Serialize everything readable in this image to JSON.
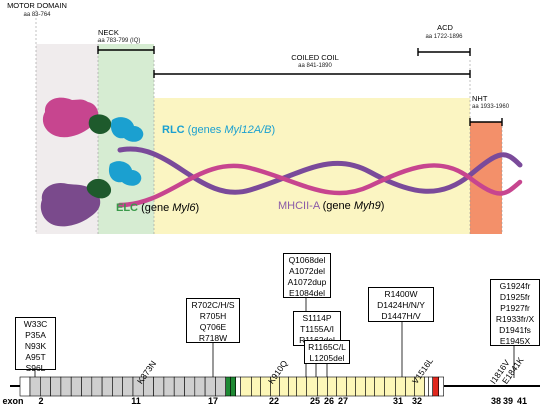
{
  "regions": {
    "motor": {
      "name": "MOTOR DOMAIN",
      "range": "aa 83-764",
      "color": "#f0eced"
    },
    "neck": {
      "name": "NECK",
      "range": "aa 783-799 (IQ)",
      "color": "#cfe8cc"
    },
    "coiled": {
      "name": "COILED COIL",
      "range": "aa 841-1890",
      "color": "#fbf5c2"
    },
    "acd": {
      "name": "ACD",
      "range": "aa 1722-1896"
    },
    "nht": {
      "name": "NHT",
      "range": "aa 1933-1960",
      "color": "#f3906a"
    }
  },
  "labels": {
    "rlc_main": "RLC",
    "rlc_genes": "(genes ",
    "rlc_gene_name": "Myl12A/B",
    "rlc_close": ")",
    "elc_main": "ELC",
    "elc_genes": "(gene ",
    "elc_gene_name": "Myl6",
    "elc_close": ")",
    "mhc_main": "MHCII-A",
    "mhc_genes": "(gene ",
    "mhc_gene_name": "Myh9",
    "mhc_close": ")"
  },
  "colors": {
    "rlc": "#1ba0d0",
    "elc": "#3a9a4a",
    "mhc": "#8a5aa8",
    "head_pink": "#c7458f",
    "head_purple": "#7a4a8c"
  },
  "exon_label": "exon",
  "exon_numbers": [
    "2",
    "11",
    "17",
    "22",
    "25",
    "26",
    "27",
    "31",
    "32",
    "38",
    "39",
    "41"
  ],
  "mutation_boxes": [
    {
      "lines": [
        "W33C",
        "P35A",
        "N93K",
        "A95T",
        "S96L"
      ]
    },
    {
      "lines": [
        "R702C/H/S",
        "R705H",
        "Q706E",
        "R718W"
      ]
    },
    {
      "lines": [
        "Q1068del",
        "A1072del",
        "A1072dup",
        "E1084del"
      ]
    },
    {
      "lines": [
        "S1114P",
        "T1155A/I",
        "R1162del"
      ]
    },
    {
      "lines": [
        "R1165C/L",
        "L1205del"
      ]
    },
    {
      "lines": [
        "R1400W",
        "D1424H/N/Y",
        "D1447H/V"
      ]
    },
    {
      "lines": [
        "G1924fr",
        "D1925fr",
        "P1927fr",
        "R1933fr/X",
        "D1941fs",
        "E1945X"
      ]
    }
  ],
  "single_mutations": [
    "K373N",
    "K910Q",
    "V1516L",
    "I1816V",
    "E1841K"
  ]
}
